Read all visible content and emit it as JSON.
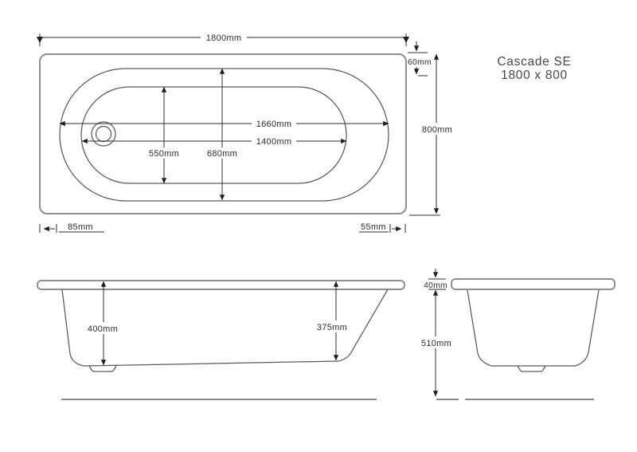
{
  "title": {
    "line1": "Cascade SE",
    "line2": "1800 x 800"
  },
  "plan_view": {
    "overall_length": "1800mm",
    "deck_gap": "60mm",
    "overall_width": "800mm",
    "inner_rim_length": "1660mm",
    "floor_length": "1400mm",
    "floor_width": "550mm",
    "inner_rim_width": "680mm",
    "waste_offset": "85mm",
    "end_gap": "55mm"
  },
  "side_view": {
    "depth_left": "400mm",
    "depth_right": "375mm"
  },
  "end_view": {
    "rim_height": "40mm",
    "body_height": "510mm"
  },
  "colors": {
    "ink": "#2f2f2f",
    "outline": "#8f8f8f",
    "background": "#ffffff"
  }
}
